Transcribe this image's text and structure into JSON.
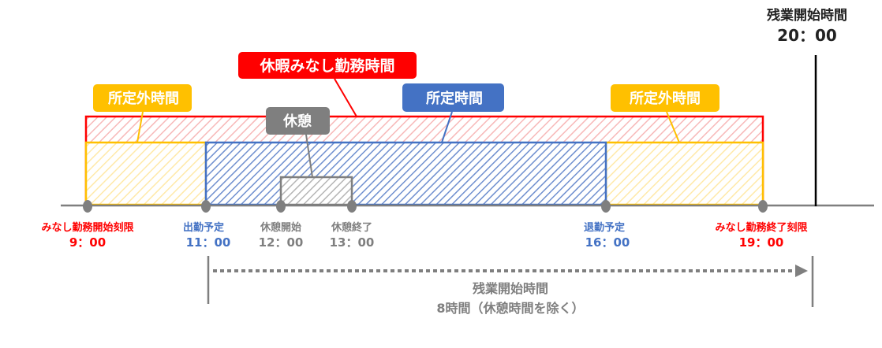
{
  "colors": {
    "red": "#ff0000",
    "yellow": "#ffc000",
    "blue": "#4472c4",
    "gray": "#7f7f7f",
    "black": "#000000"
  },
  "callouts": {
    "deemed_leave_work": "休暇みなし勤務時間",
    "non_scheduled_left": "所定外時間",
    "break": "休憩",
    "scheduled": "所定時間",
    "non_scheduled_right": "所定外時間"
  },
  "overtime_start": {
    "label": "残業開始時間",
    "time": "20：00"
  },
  "timeline": [
    {
      "label": "みなし勤務開始刻限",
      "time": "9：00"
    },
    {
      "label": "出勤予定",
      "time": "11：00"
    },
    {
      "label": "休憩開始",
      "time": "12：00"
    },
    {
      "label": "休憩終了",
      "time": "13：00"
    },
    {
      "label": "退勤予定",
      "time": "16：00"
    },
    {
      "label": "みなし勤務終了刻限",
      "time": "19：00"
    }
  ],
  "span": {
    "title": "残業開始時間",
    "note": "8時間（休憩時間を除く）"
  }
}
